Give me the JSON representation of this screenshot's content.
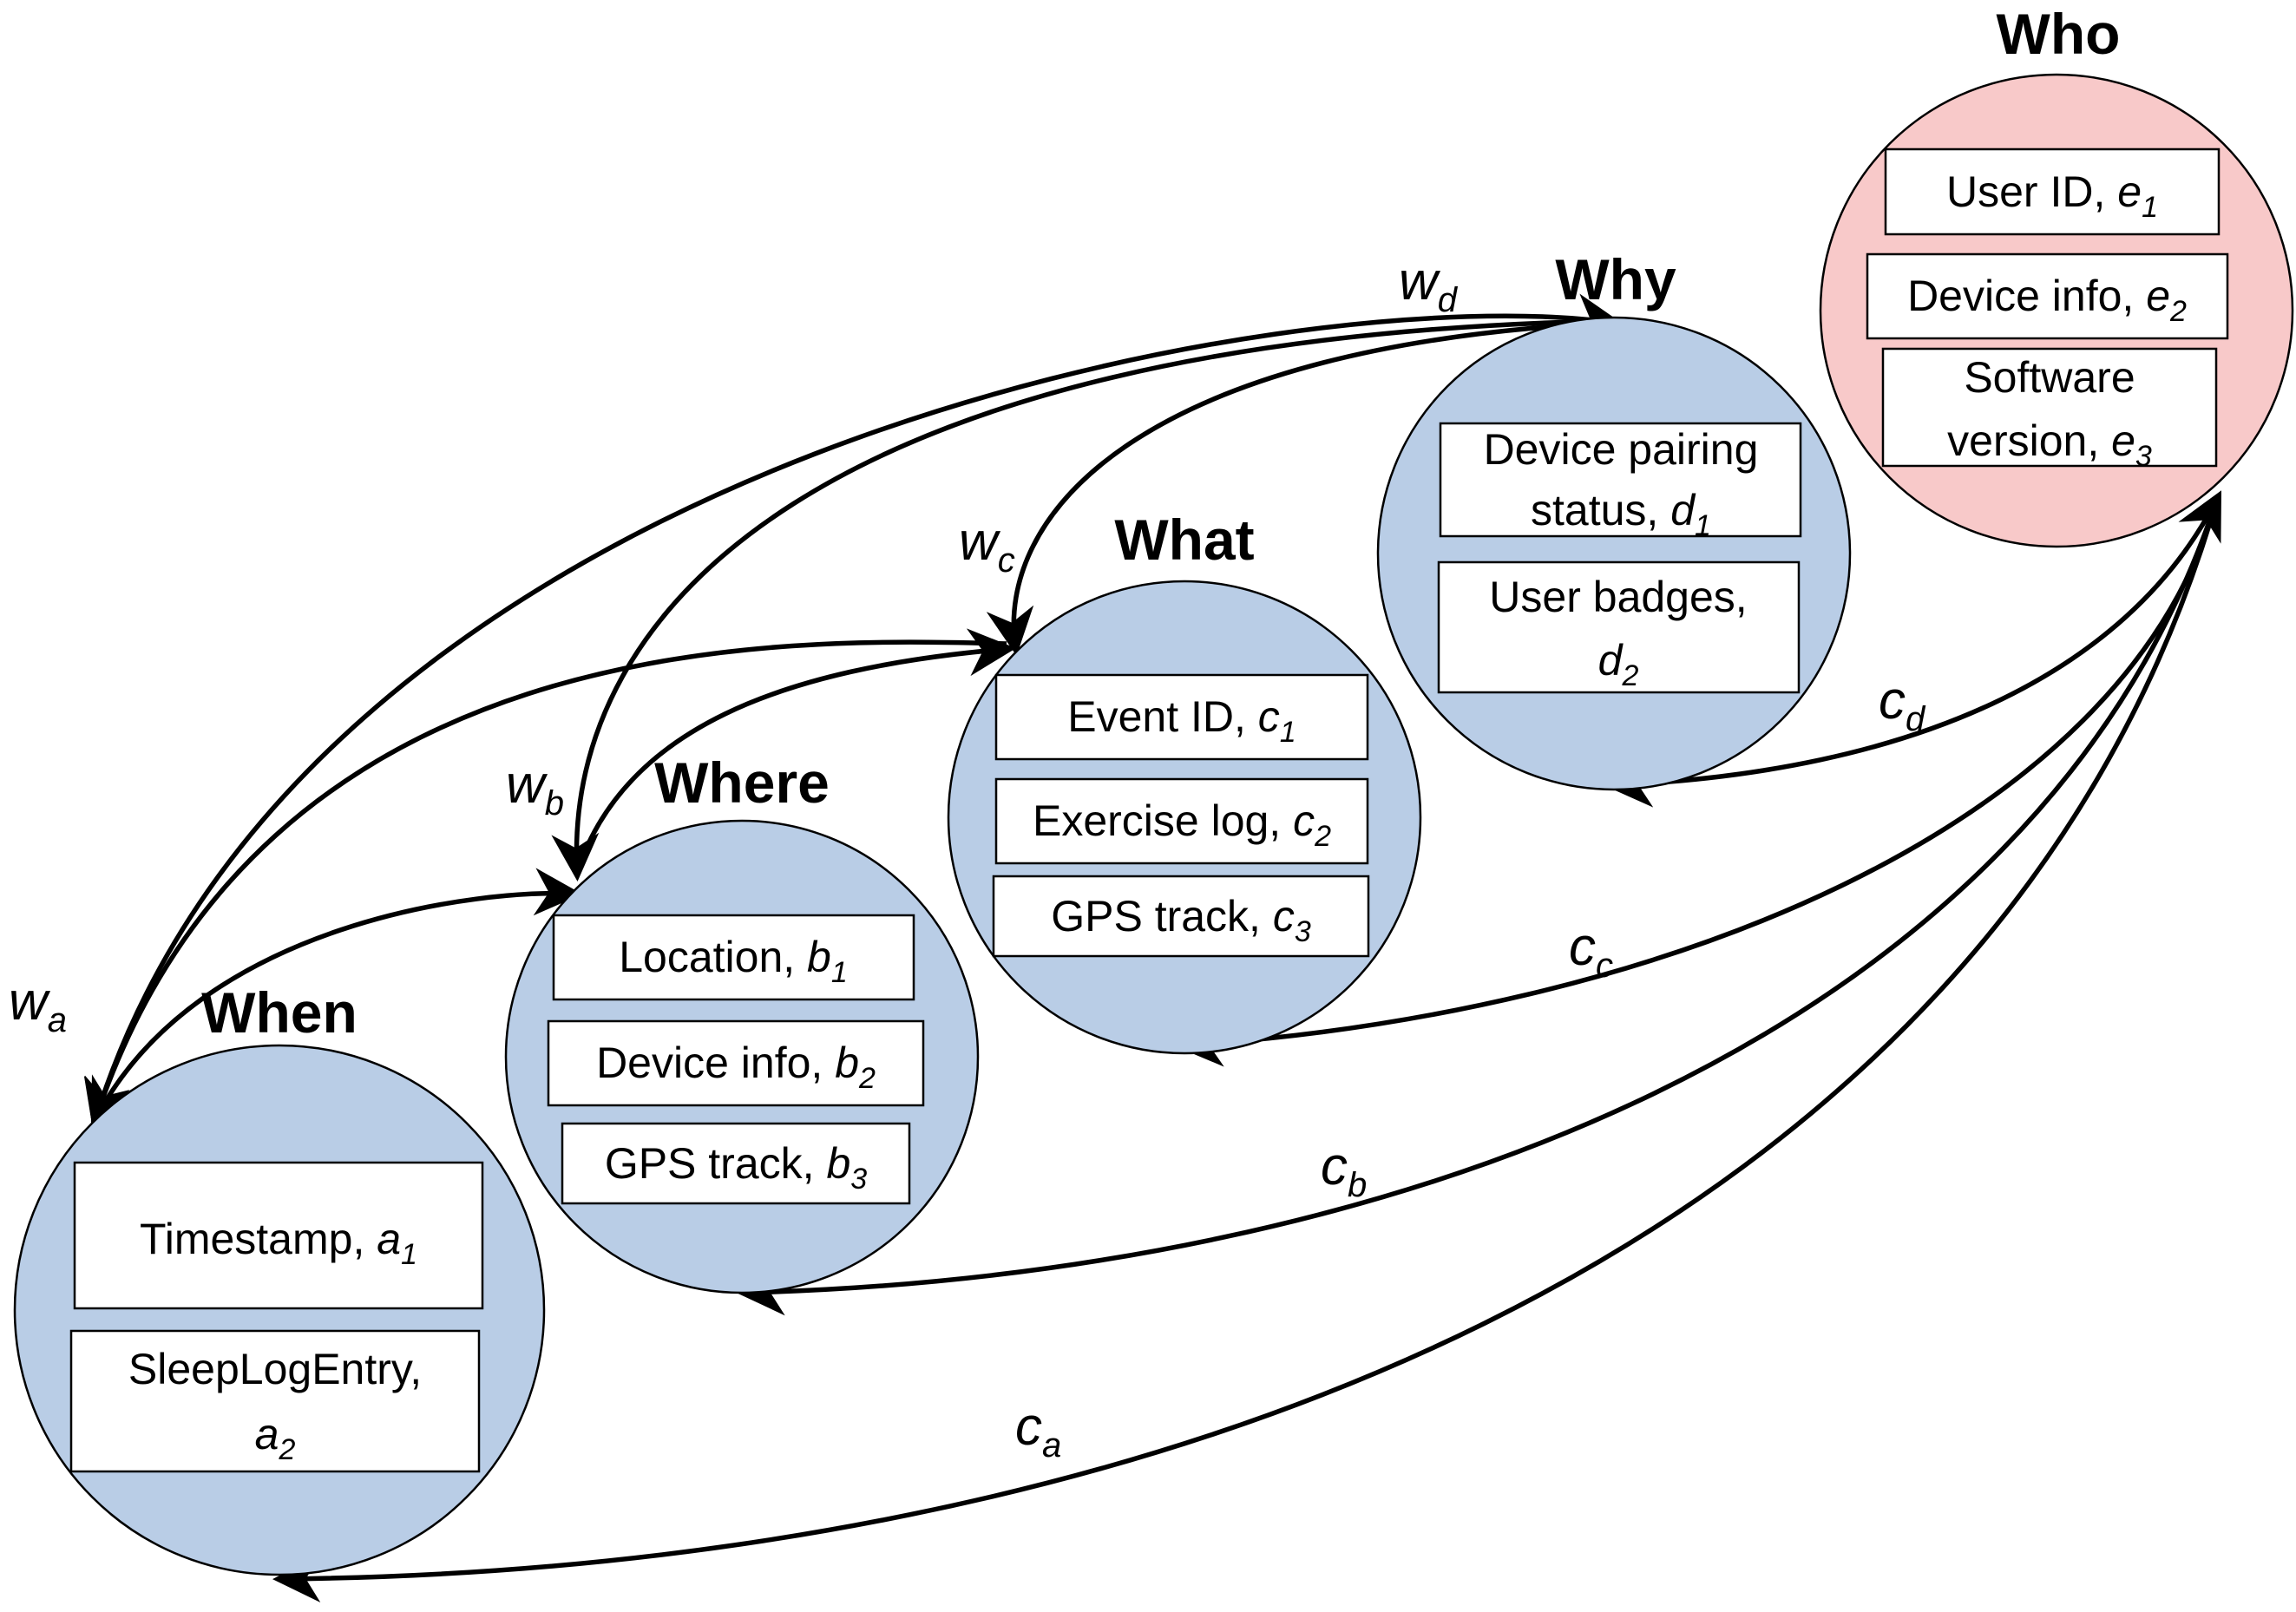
{
  "colors": {
    "node_fill": "#b9cde6",
    "who_fill": "#f8c9c9",
    "box_fill": "#ffffff",
    "stroke": "#000000"
  },
  "nodes": {
    "when": {
      "title": "When",
      "attributes": [
        {
          "text": "Timestamp, ",
          "symbol": "a",
          "sub": "1"
        },
        {
          "text": "SleepLogEntry,",
          "symbol": "a",
          "sub": "2"
        }
      ]
    },
    "where": {
      "title": "Where",
      "attributes": [
        {
          "text": "Location, ",
          "symbol": "b",
          "sub": "1"
        },
        {
          "text": "Device info, ",
          "symbol": "b",
          "sub": "2"
        },
        {
          "text": "GPS track, ",
          "symbol": "b",
          "sub": "3"
        }
      ]
    },
    "what": {
      "title": "What",
      "attributes": [
        {
          "text": "Event ID, ",
          "symbol": "c",
          "sub": "1"
        },
        {
          "text": "Exercise log, ",
          "symbol": "c",
          "sub": "2"
        },
        {
          "text": "GPS track, ",
          "symbol": "c",
          "sub": "3"
        }
      ]
    },
    "why": {
      "title": "Why",
      "attributes": [
        {
          "text_line1": "Device pairing",
          "text_line2": "status, ",
          "symbol": "d",
          "sub": "1"
        },
        {
          "text": "User badges,",
          "symbol": "d",
          "sub": "2"
        }
      ]
    },
    "who": {
      "title": "Who",
      "attributes": [
        {
          "text": "User ID, ",
          "symbol": "e",
          "sub": "1"
        },
        {
          "text": "Device info, ",
          "symbol": "e",
          "sub": "2"
        },
        {
          "text_line1": "Software",
          "text_line2": "version, ",
          "symbol": "e",
          "sub": "3"
        }
      ]
    }
  },
  "edge_labels": {
    "wa": {
      "symbol": "w",
      "sub": "a"
    },
    "wb": {
      "symbol": "w",
      "sub": "b"
    },
    "wc": {
      "symbol": "w",
      "sub": "c"
    },
    "wd": {
      "symbol": "w",
      "sub": "d"
    },
    "ca": {
      "symbol": "c",
      "sub": "a"
    },
    "cb": {
      "symbol": "c",
      "sub": "b"
    },
    "cc": {
      "symbol": "c",
      "sub": "c"
    },
    "cd": {
      "symbol": "c",
      "sub": "d"
    }
  }
}
